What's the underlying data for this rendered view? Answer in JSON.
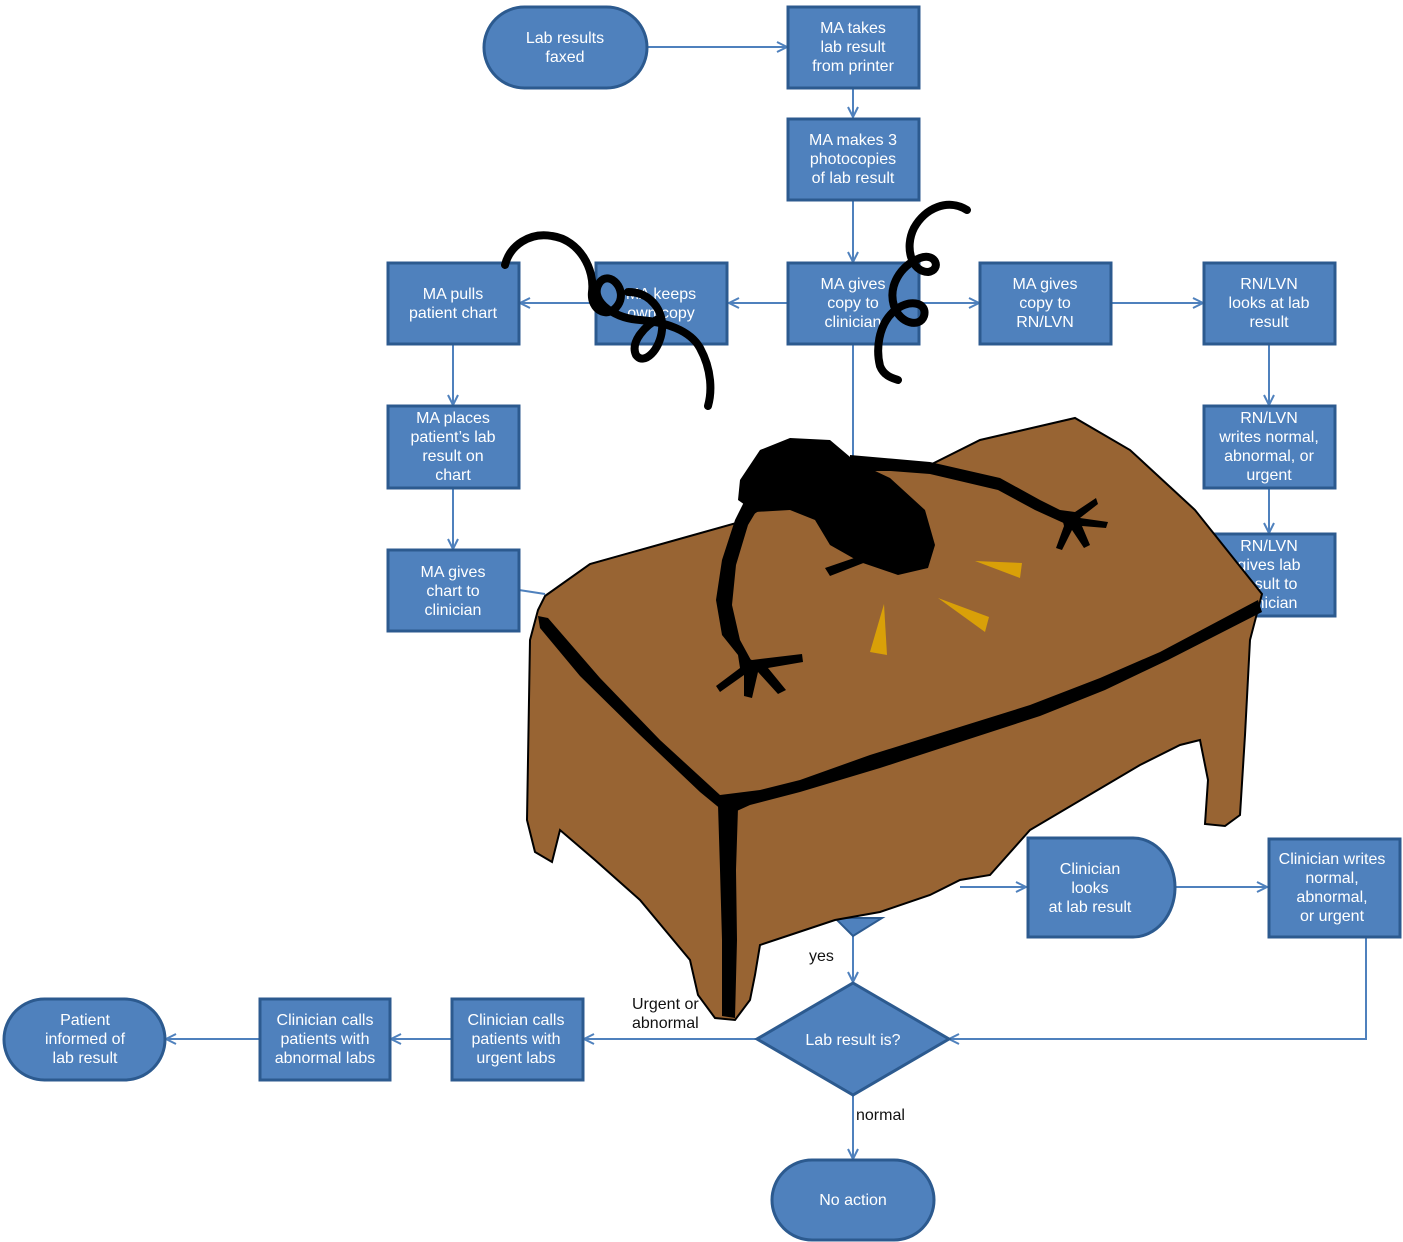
{
  "colors": {
    "node_fill": "#4f81bd",
    "node_stroke": "#2c5a8f",
    "node_text": "#ffffff",
    "arrow": "#4f81bd",
    "desk": "#986433",
    "overlay_ink": "#000000",
    "impact_marks": "#d9a008"
  },
  "overlay": {
    "clipart": "desk-with-head-banging-figure-icon",
    "scribbles": [
      "scribble-left-icon",
      "scribble-right-icon"
    ]
  },
  "nodes": {
    "lab_results_faxed": [
      "Lab results",
      "faxed"
    ],
    "ma_takes": [
      "MA takes",
      "lab result",
      "from printer"
    ],
    "ma_photocopies": [
      "MA makes 3",
      "photocopies",
      "of lab result"
    ],
    "ma_pulls_chart": [
      "MA pulls",
      "patient chart"
    ],
    "ma_keeps_copy": [
      "MA keeps",
      "own copy"
    ],
    "ma_gives_clinician": [
      "MA gives",
      "copy to",
      "clinician"
    ],
    "ma_gives_rn": [
      "MA gives",
      "copy to",
      "RN/LVN"
    ],
    "rn_looks": [
      "RN/LVN",
      "looks at lab",
      "result"
    ],
    "ma_places": [
      "MA places",
      "patient’s lab",
      "result on",
      "chart"
    ],
    "rn_writes": [
      "RN/LVN",
      "writes normal,",
      "abnormal, or",
      "urgent"
    ],
    "ma_gives_chart": [
      "MA gives",
      "chart to",
      "clinician"
    ],
    "rn_gives": [
      "RN/LVN",
      "gives lab",
      "result to",
      "clinician"
    ],
    "clinician_looks": [
      "Clinician",
      "looks",
      "at lab result"
    ],
    "clinician_writes": [
      "Clinician writes",
      "normal,",
      "abnormal,",
      "or urgent"
    ],
    "lab_result_is": [
      "Lab result is?"
    ],
    "clinician_calls_urgent": [
      "Clinician calls",
      "patients with",
      "urgent labs"
    ],
    "clinician_calls_abnormal": [
      "Clinician calls",
      "patients with",
      "abnormal labs"
    ],
    "patient_informed": [
      "Patient",
      "informed of",
      "lab result"
    ],
    "no_action": [
      "No action"
    ]
  },
  "edge_labels": {
    "yes": "yes",
    "urgent_or_abnormal": [
      "Urgent or",
      "abnormal"
    ],
    "normal": "normal"
  }
}
